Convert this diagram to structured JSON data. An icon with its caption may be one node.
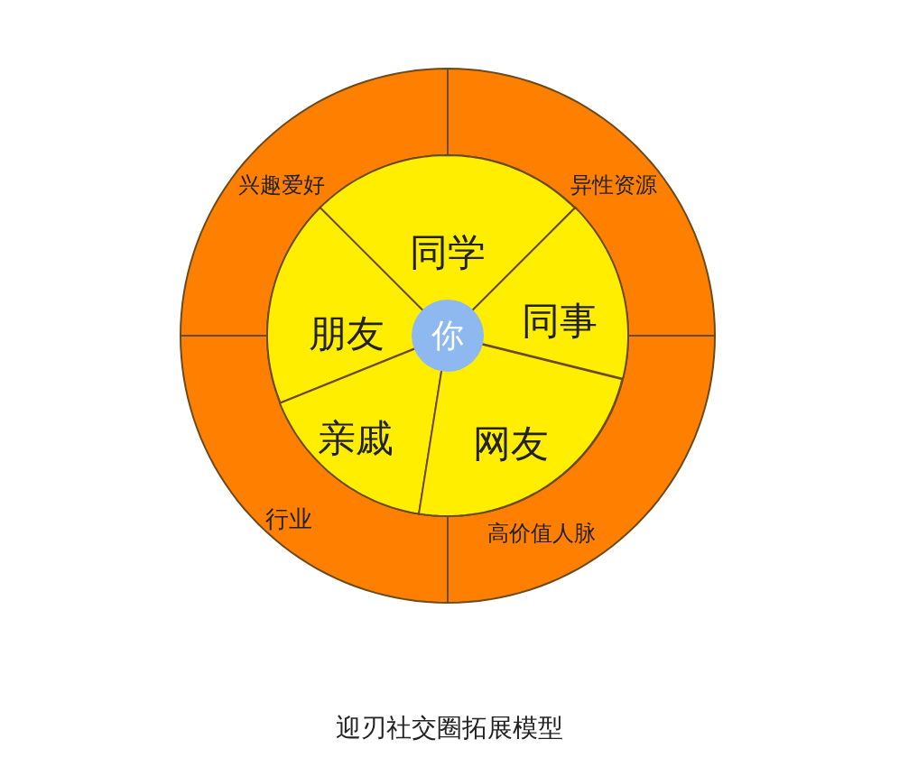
{
  "diagram": {
    "caption": "迎刃社交圈拓展模型",
    "nodes": [
      {
        "text": [
          "兴趣爱好"
        ]
      },
      {
        "text": [
          "异性资源"
        ]
      },
      {
        "text": [
          "同学"
        ]
      },
      {
        "text": [
          "朋友"
        ]
      },
      {
        "text": [
          "你"
        ]
      },
      {
        "text": [
          "同事"
        ]
      },
      {
        "text": [
          "亲戚"
        ]
      },
      {
        "text": [
          "网友"
        ]
      },
      {
        "text": [
          "行业"
        ]
      },
      {
        "text": [
          "高价值人脉"
        ]
      }
    ]
  }
}
